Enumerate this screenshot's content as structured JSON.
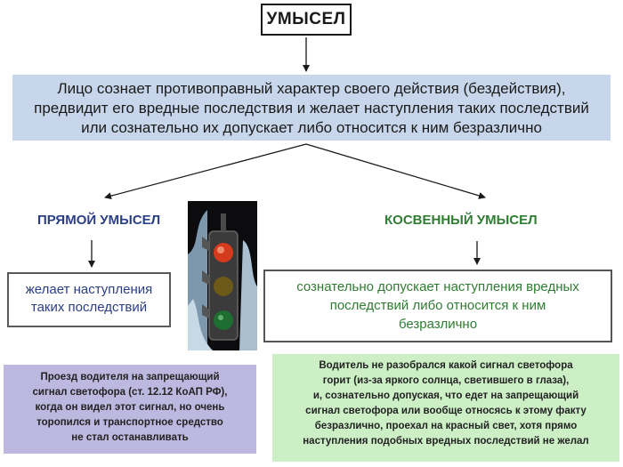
{
  "title": "УМЫСЕЛ",
  "definition": {
    "lines": [
      "Лицо сознает противоправный характер своего действия (бездействия),",
      "предвидит его вредные последствия и желает наступления таких последствий",
      "или сознательно их допускает либо относится к ним безразлично"
    ]
  },
  "direct": {
    "label": "ПРЯМОЙ УМЫСЕЛ",
    "description_lines": [
      "желает наступления",
      "таких последствий"
    ],
    "example_lines": [
      "Проезд водителя на запрещающий",
      "сигнал светофора (ст. 12.12 КоАП РФ),",
      "когда он видел этот сигнал, но очень",
      "торопился и транспортное средство",
      "не стал останавливать"
    ]
  },
  "indirect": {
    "label": "КОСВЕННЫЙ УМЫСЕЛ",
    "description_lines": [
      "сознательно допускает наступления вредных",
      "последствий либо относится к ним",
      "безразлично"
    ],
    "example_lines": [
      "Водитель не разобрался какой сигнал светофора",
      "горит (из-за яркого солнца, светившего в глаза),",
      "и, сознательно допуская, что едет на запрещающий",
      "сигнал светофора или вообще относясь к этому факту",
      "безразлично, проехал на красный свет, хотя прямо",
      "наступления подобных вредных последствий не желал"
    ]
  },
  "image": {
    "icon": "traffic-light-icon"
  },
  "colors": {
    "definition_bg": "#c7d6ea",
    "direct_text": "#2b3f86",
    "indirect_text": "#2f7d32",
    "direct_example_bg": "#bdb8df",
    "indirect_example_bg": "#ccefc6"
  }
}
